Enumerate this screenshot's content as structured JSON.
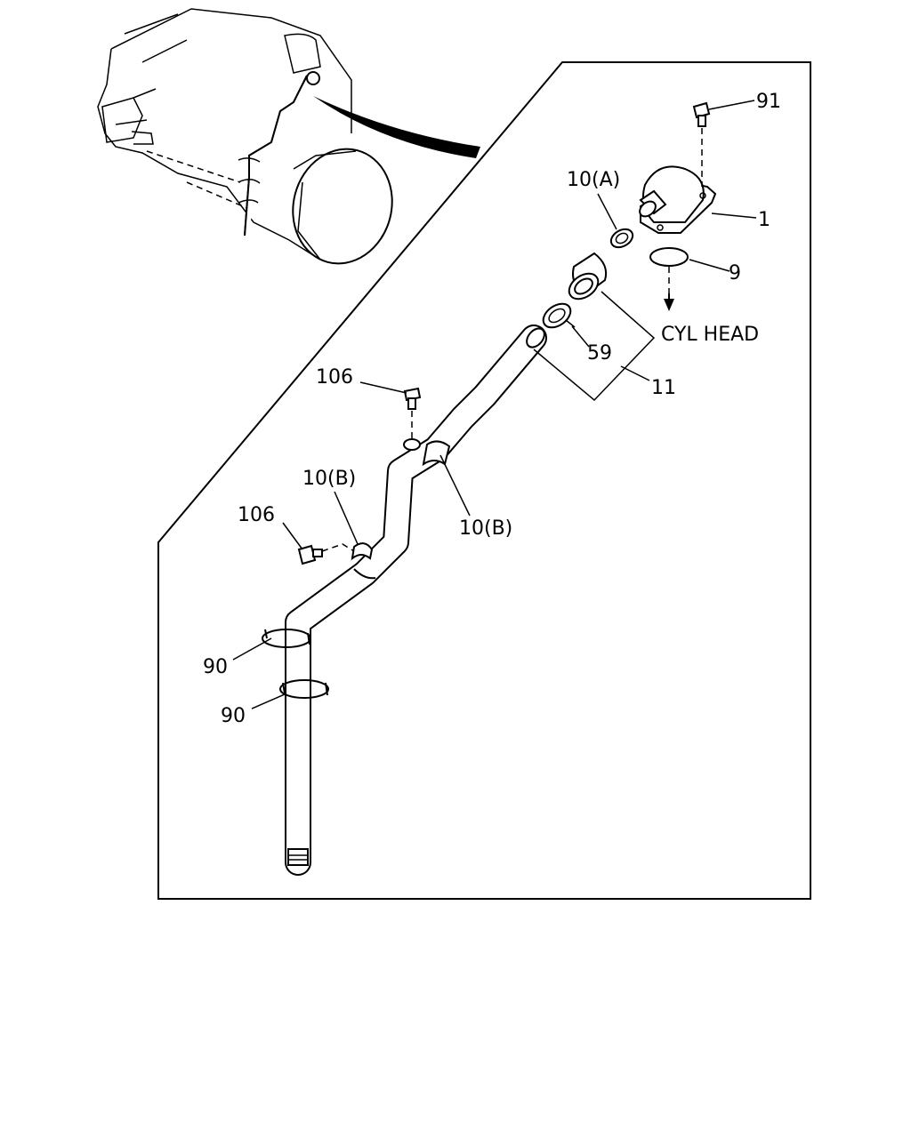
{
  "labels": {
    "p91": "91",
    "p10a": "10(A)",
    "p1": "1",
    "p9": "9",
    "cyl_head": "CYL HEAD",
    "p59": "59",
    "p11": "11",
    "p106_top": "106",
    "p10b_upper": "10(B)",
    "p10b_lower": "10(B)",
    "p106_left": "106",
    "p90_upper": "90",
    "p90_lower": "90"
  }
}
